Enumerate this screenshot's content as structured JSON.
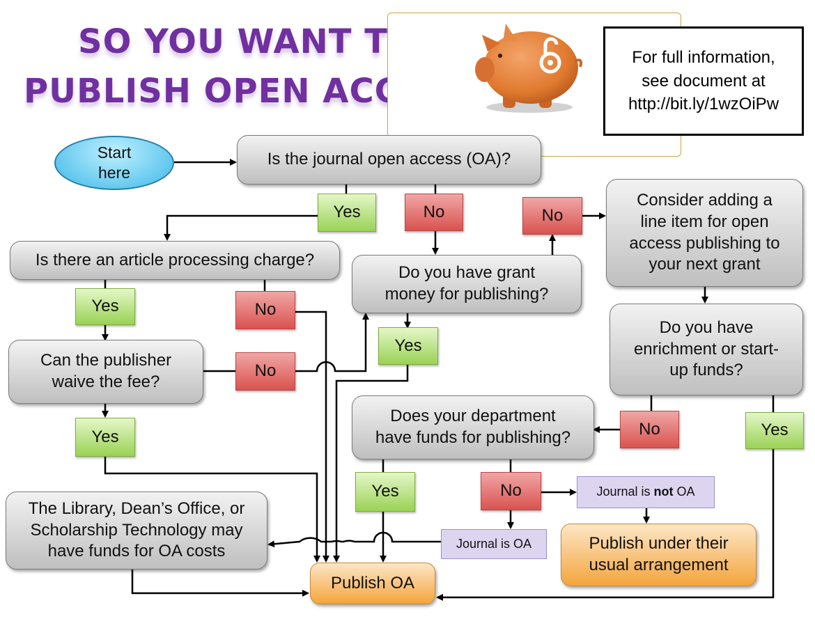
{
  "title": {
    "line1": "SO YOU WANT TO",
    "line2": "PUBLISH OPEN ACCESS…"
  },
  "info": {
    "line1": "For full information,",
    "line2": "see document at",
    "line3": "http://bit.ly/1wzOiPw"
  },
  "illustration": {
    "icon": "piggy-bank-open-access-icon",
    "color": "#e07a2f"
  },
  "colors": {
    "title": "#7030a0",
    "question": "#d9d9d9",
    "yes": "#9ad255",
    "no": "#d9534f",
    "publish": "#f4a53c",
    "note": "#ddd5f0",
    "start": "#3cb8e8"
  },
  "nodes": {
    "start": {
      "line1": "Start",
      "line2": "here"
    },
    "q_oa": "Is the journal open access (OA)?",
    "q_apc": "Is there an article processing charge?",
    "q_grant": {
      "line1": "Do you have grant",
      "line2": "money for publishing?"
    },
    "consider": {
      "line1": "Consider adding a",
      "line2": "line item for open",
      "line3": "access publishing to",
      "line4": "your next grant"
    },
    "q_waive": {
      "line1": "Can the publisher",
      "line2": "waive the fee?"
    },
    "q_enrich": {
      "line1": "Do you have",
      "line2": "enrichment or start-",
      "line3": "up funds?"
    },
    "q_dept": {
      "line1": "Does your department",
      "line2": "have funds for publishing?"
    },
    "library": {
      "line1": "The Library, Dean’s Office, or",
      "line2": "Scholarship Technology may",
      "line3": "have funds for OA costs"
    },
    "journal_not_oa": {
      "pre": "Journal is ",
      "bold": "not",
      "post": " OA"
    },
    "journal_oa": "Journal is OA",
    "publish_usual": {
      "line1": "Publish under their",
      "line2": "usual arrangement"
    },
    "publish_oa": "Publish OA"
  },
  "labels": {
    "yes": "Yes",
    "no": "No"
  }
}
